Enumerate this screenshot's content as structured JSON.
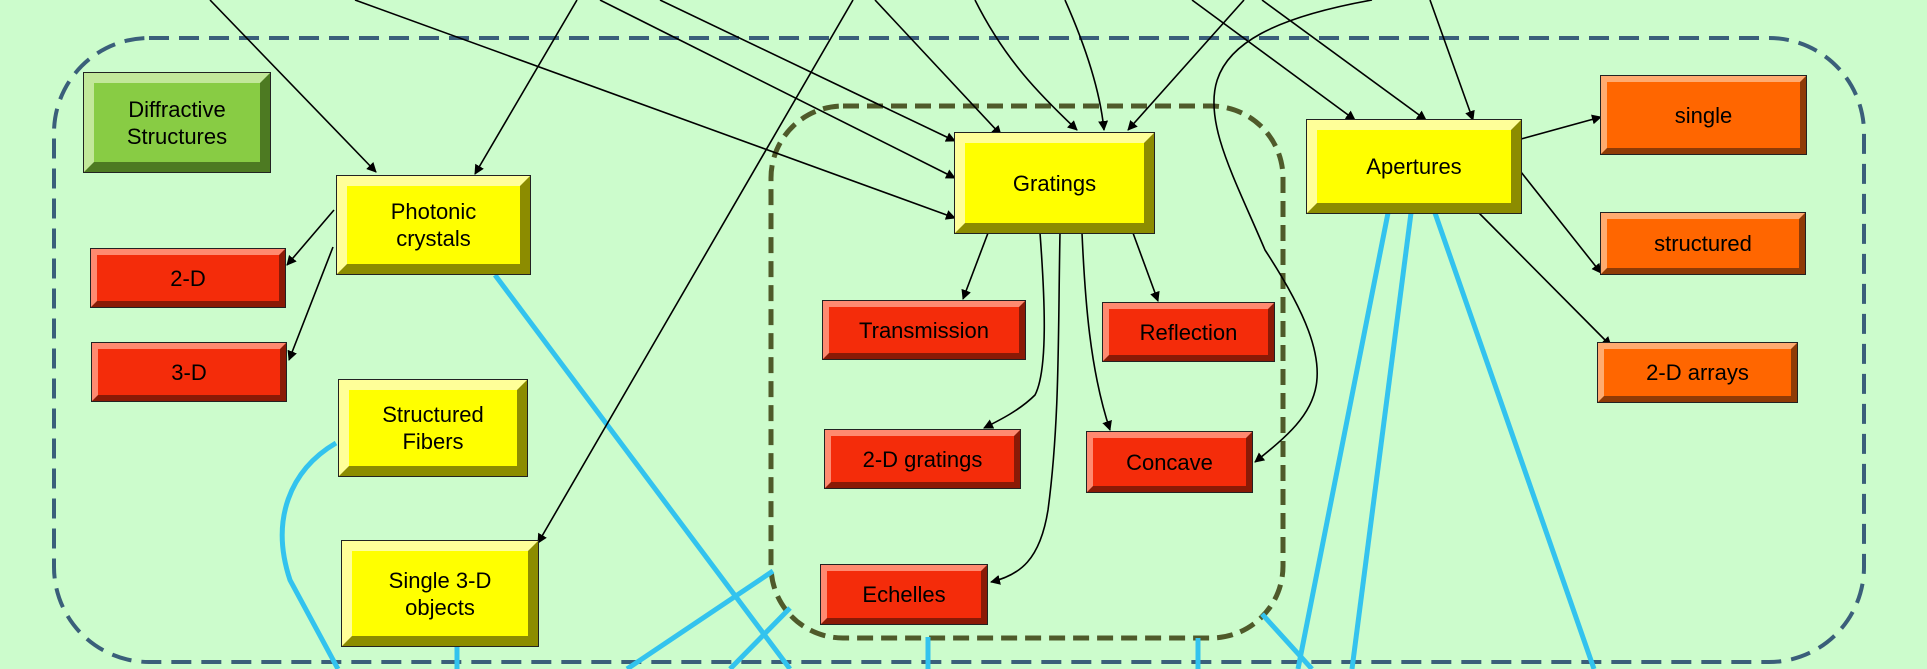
{
  "nodes": {
    "diffractive": "Diffractive\nStructures",
    "photonic": "Photonic\ncrystals",
    "pc_2d": "2-D",
    "pc_3d": "3-D",
    "fibers": "Structured\nFibers",
    "single3d": "Single 3-D\nobjects",
    "gratings": "Gratings",
    "transmission": "Transmission",
    "reflection": "Reflection",
    "gratings_2d": "2-D gratings",
    "concave": "Concave",
    "echelles": "Echelles",
    "apertures": "Apertures",
    "ap_single": "single",
    "ap_structured": "structured",
    "ap_arrays": "2-D arrays"
  },
  "colors": {
    "background": "#ccfccc",
    "outer_group_border": "#3a5f7a",
    "inner_group_border": "#4f5a2a",
    "link_blue": "#33c3ee",
    "arrow": "#000000",
    "category_fill": "#ffff00",
    "leaf_red_fill": "#f42c0a",
    "leaf_orange_fill": "#ff6600",
    "root_green_fill": "#88cc44"
  }
}
